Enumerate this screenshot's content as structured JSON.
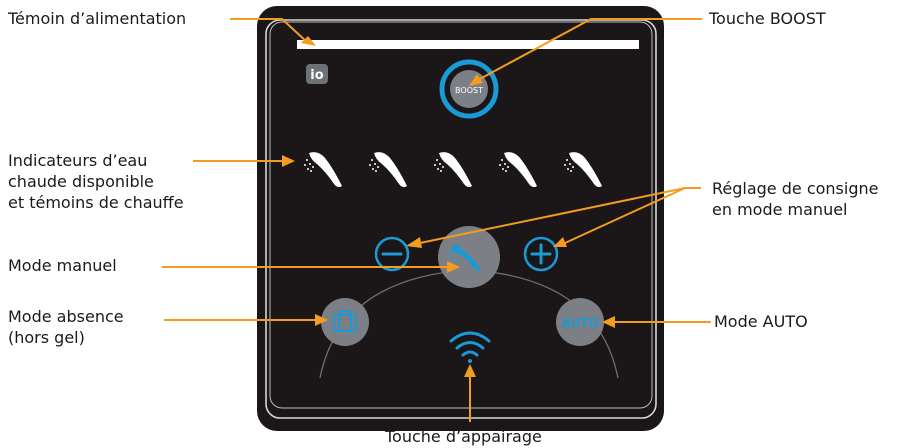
{
  "labels": {
    "power_indicator": "Témoin d’alimentation",
    "boost_key": "Touche BOOST",
    "hot_water_indicators": "Indicateurs d’eau\nchaude disponible\net témoins de chauffe",
    "setpoint_adjust": "Réglage de consigne\nen mode manuel",
    "manual_mode": "Mode manuel",
    "absence_mode": "Mode absence\n(hors gel)",
    "auto_mode": "Mode AUTO",
    "pairing_key": "Touche d’appairage"
  },
  "device": {
    "io_badge": "io",
    "boost_text": "BOOST",
    "auto_text": "AUTO",
    "shower_count": 5
  },
  "colors": {
    "callout_line": "#f39c1f",
    "panel": "#1b1718",
    "accent_blue": "#1a9ad6",
    "button_grey": "#7c8086",
    "panel_outline": "#d7d7d7"
  }
}
